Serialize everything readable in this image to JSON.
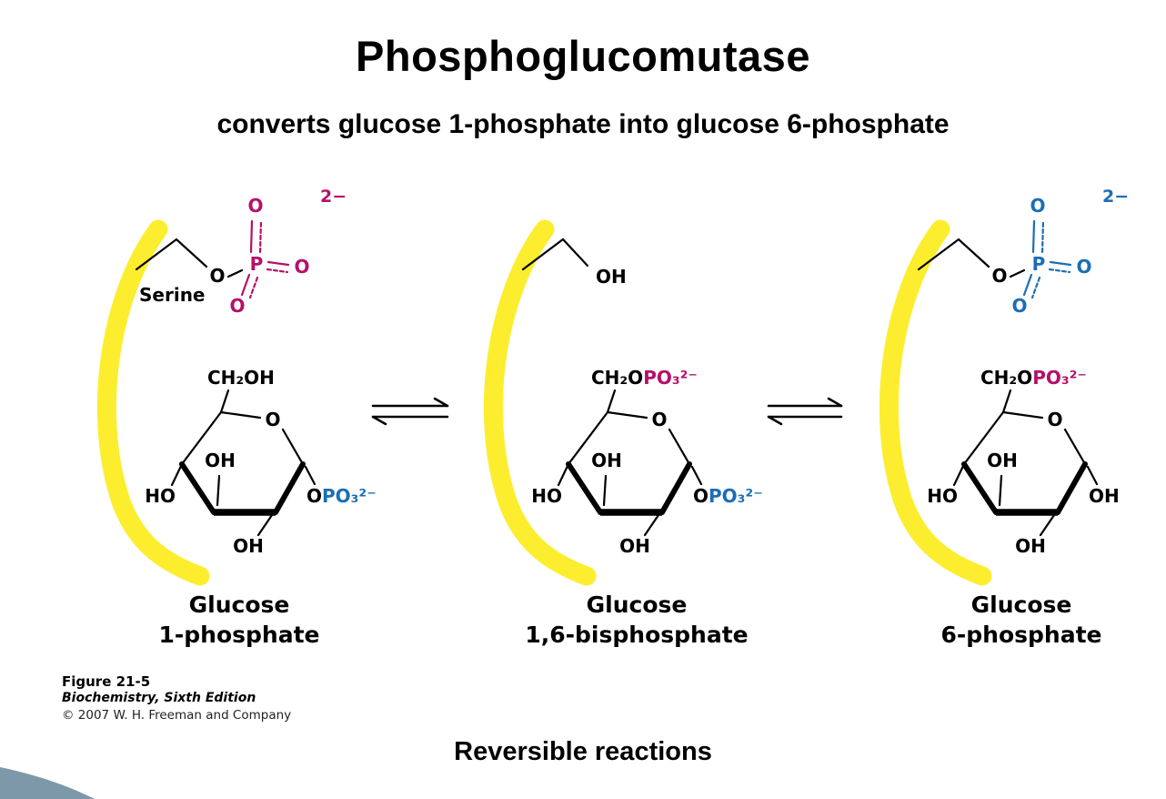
{
  "title": "Phosphoglucomutase",
  "subtitle": "converts glucose 1-phosphate into glucose 6-phosphate",
  "footer": "Reversible reactions",
  "figure_caption": {
    "figure": "Figure 21-5",
    "book": "Biochemistry, Sixth Edition",
    "copyright": "© 2007 W. H. Freeman and Company"
  },
  "labels": {
    "serine": "Serine",
    "charge": "2−",
    "O": "O",
    "P": "P",
    "OH": "OH",
    "HO": "HO",
    "CH2OH": "CH₂OH",
    "CH2O": "CH₂O",
    "PO3": "PO₃²⁻"
  },
  "molecules": [
    {
      "name_line1": "Glucose",
      "name_line2": "1-phosphate"
    },
    {
      "name_line1": "Glucose",
      "name_line2": "1,6-bisphosphate"
    },
    {
      "name_line1": "Glucose",
      "name_line2": "6-phosphate"
    }
  ],
  "colors": {
    "magenta": "#b5106b",
    "blue": "#1c6eb5",
    "enzyme_yellow": "#fcee2e",
    "corner_blue": "#7d98a9"
  }
}
